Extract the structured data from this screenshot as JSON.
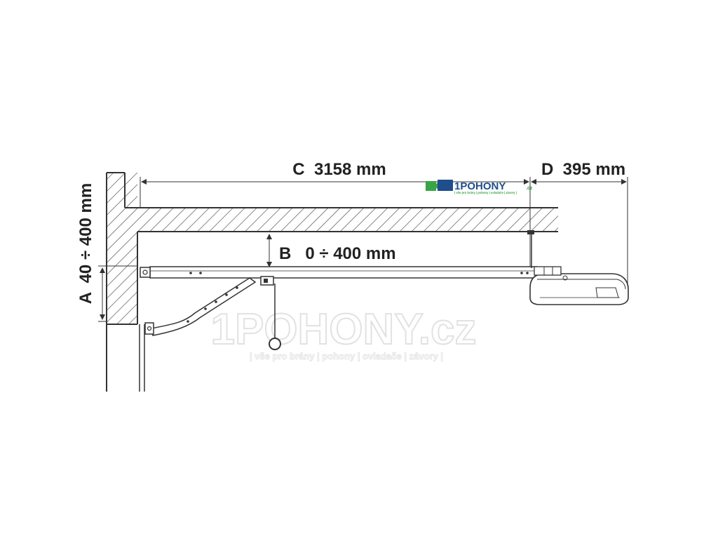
{
  "dimensions": {
    "c_label": "C  3158 mm",
    "d_label": "D  395 mm",
    "b_label": "B   0 ÷ 400 mm",
    "a_label": "A  40 ÷ 400 mm"
  },
  "logo": {
    "brand": "1POHONY",
    "suffix": ".cz",
    "tagline": "| vše pro brány | pohony | ovladače | závory |"
  },
  "watermark": {
    "brand": "1POHONY.cz",
    "tagline": "| vše pro brány | pohony | ovladače | závory |"
  },
  "colors": {
    "line": "#333333",
    "hatch": "#555555",
    "logo_blue": "#1f4e8c",
    "logo_green": "#3aa447",
    "watermark": "#e6e6e6"
  }
}
